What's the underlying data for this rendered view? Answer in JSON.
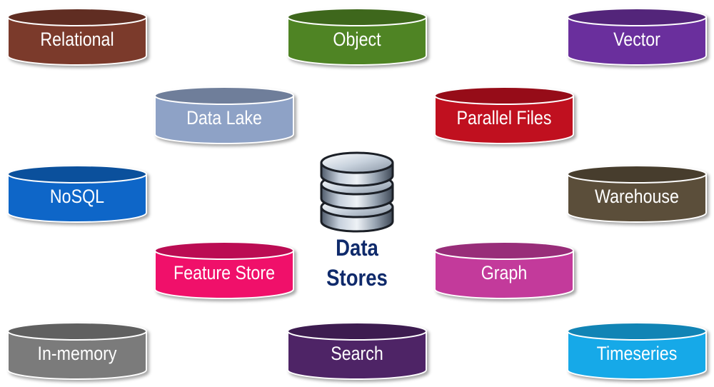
{
  "center": {
    "line1": "Data",
    "line2": "Stores",
    "icon": "database-stack-icon",
    "title_color": "#0f2a6b"
  },
  "stores": [
    {
      "name": "relational",
      "label": "Relational",
      "color": "#7b3a2b"
    },
    {
      "name": "object",
      "label": "Object",
      "color": "#4f8424"
    },
    {
      "name": "vector",
      "label": "Vector",
      "color": "#6a2f9d"
    },
    {
      "name": "data-lake",
      "label": "Data Lake",
      "color": "#8ea2c6"
    },
    {
      "name": "parallel-files",
      "label": "Parallel Files",
      "color": "#c0101f"
    },
    {
      "name": "nosql",
      "label": "NoSQL",
      "color": "#0e66c8"
    },
    {
      "name": "warehouse",
      "label": "Warehouse",
      "color": "#5b4e3a"
    },
    {
      "name": "feature-store",
      "label": "Feature Store",
      "color": "#f0106a"
    },
    {
      "name": "graph",
      "label": "Graph",
      "color": "#c33a9b"
    },
    {
      "name": "in-memory",
      "label": "In-memory",
      "color": "#7b7b7b"
    },
    {
      "name": "search",
      "label": "Search",
      "color": "#4e2466"
    },
    {
      "name": "timeseries",
      "label": "Timeseries",
      "color": "#16a9e8"
    }
  ]
}
